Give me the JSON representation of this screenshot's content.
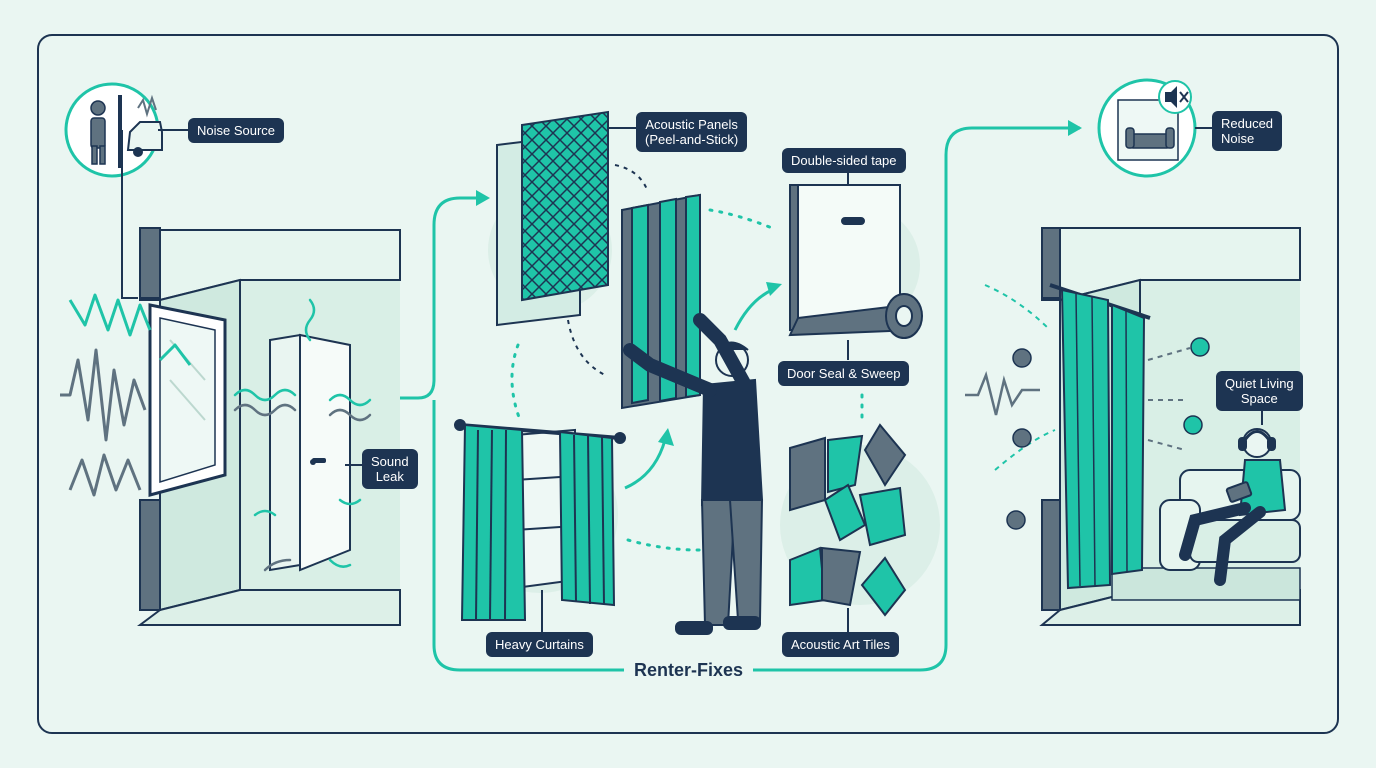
{
  "labels": {
    "noise_source": "Noise Source",
    "acoustic_panels": "Acoustic Panels\n(Peel-and-Stick)",
    "double_sided_tape": "Double-sided tape",
    "reduced_noise": "Reduced\nNoise",
    "sound_leak": "Sound\nLeak",
    "door_seal_sweep": "Door Seal & Sweep",
    "quiet_living_space": "Quiet Living\nSpace",
    "heavy_curtains": "Heavy Curtains",
    "acoustic_art_tiles": "Acoustic Art Tiles"
  },
  "section_title": "Renter-Fixes",
  "colors": {
    "teal": "#1fc4a8",
    "navy": "#1d3452",
    "background": "#eaf6f2",
    "wall": "#d9efe6",
    "grey": "#5f7280"
  },
  "icons": [
    "person-covering-ears-icon",
    "car-icon",
    "muted-speaker-icon",
    "sofa-icon",
    "tape-roll-icon",
    "headphones-icon"
  ]
}
